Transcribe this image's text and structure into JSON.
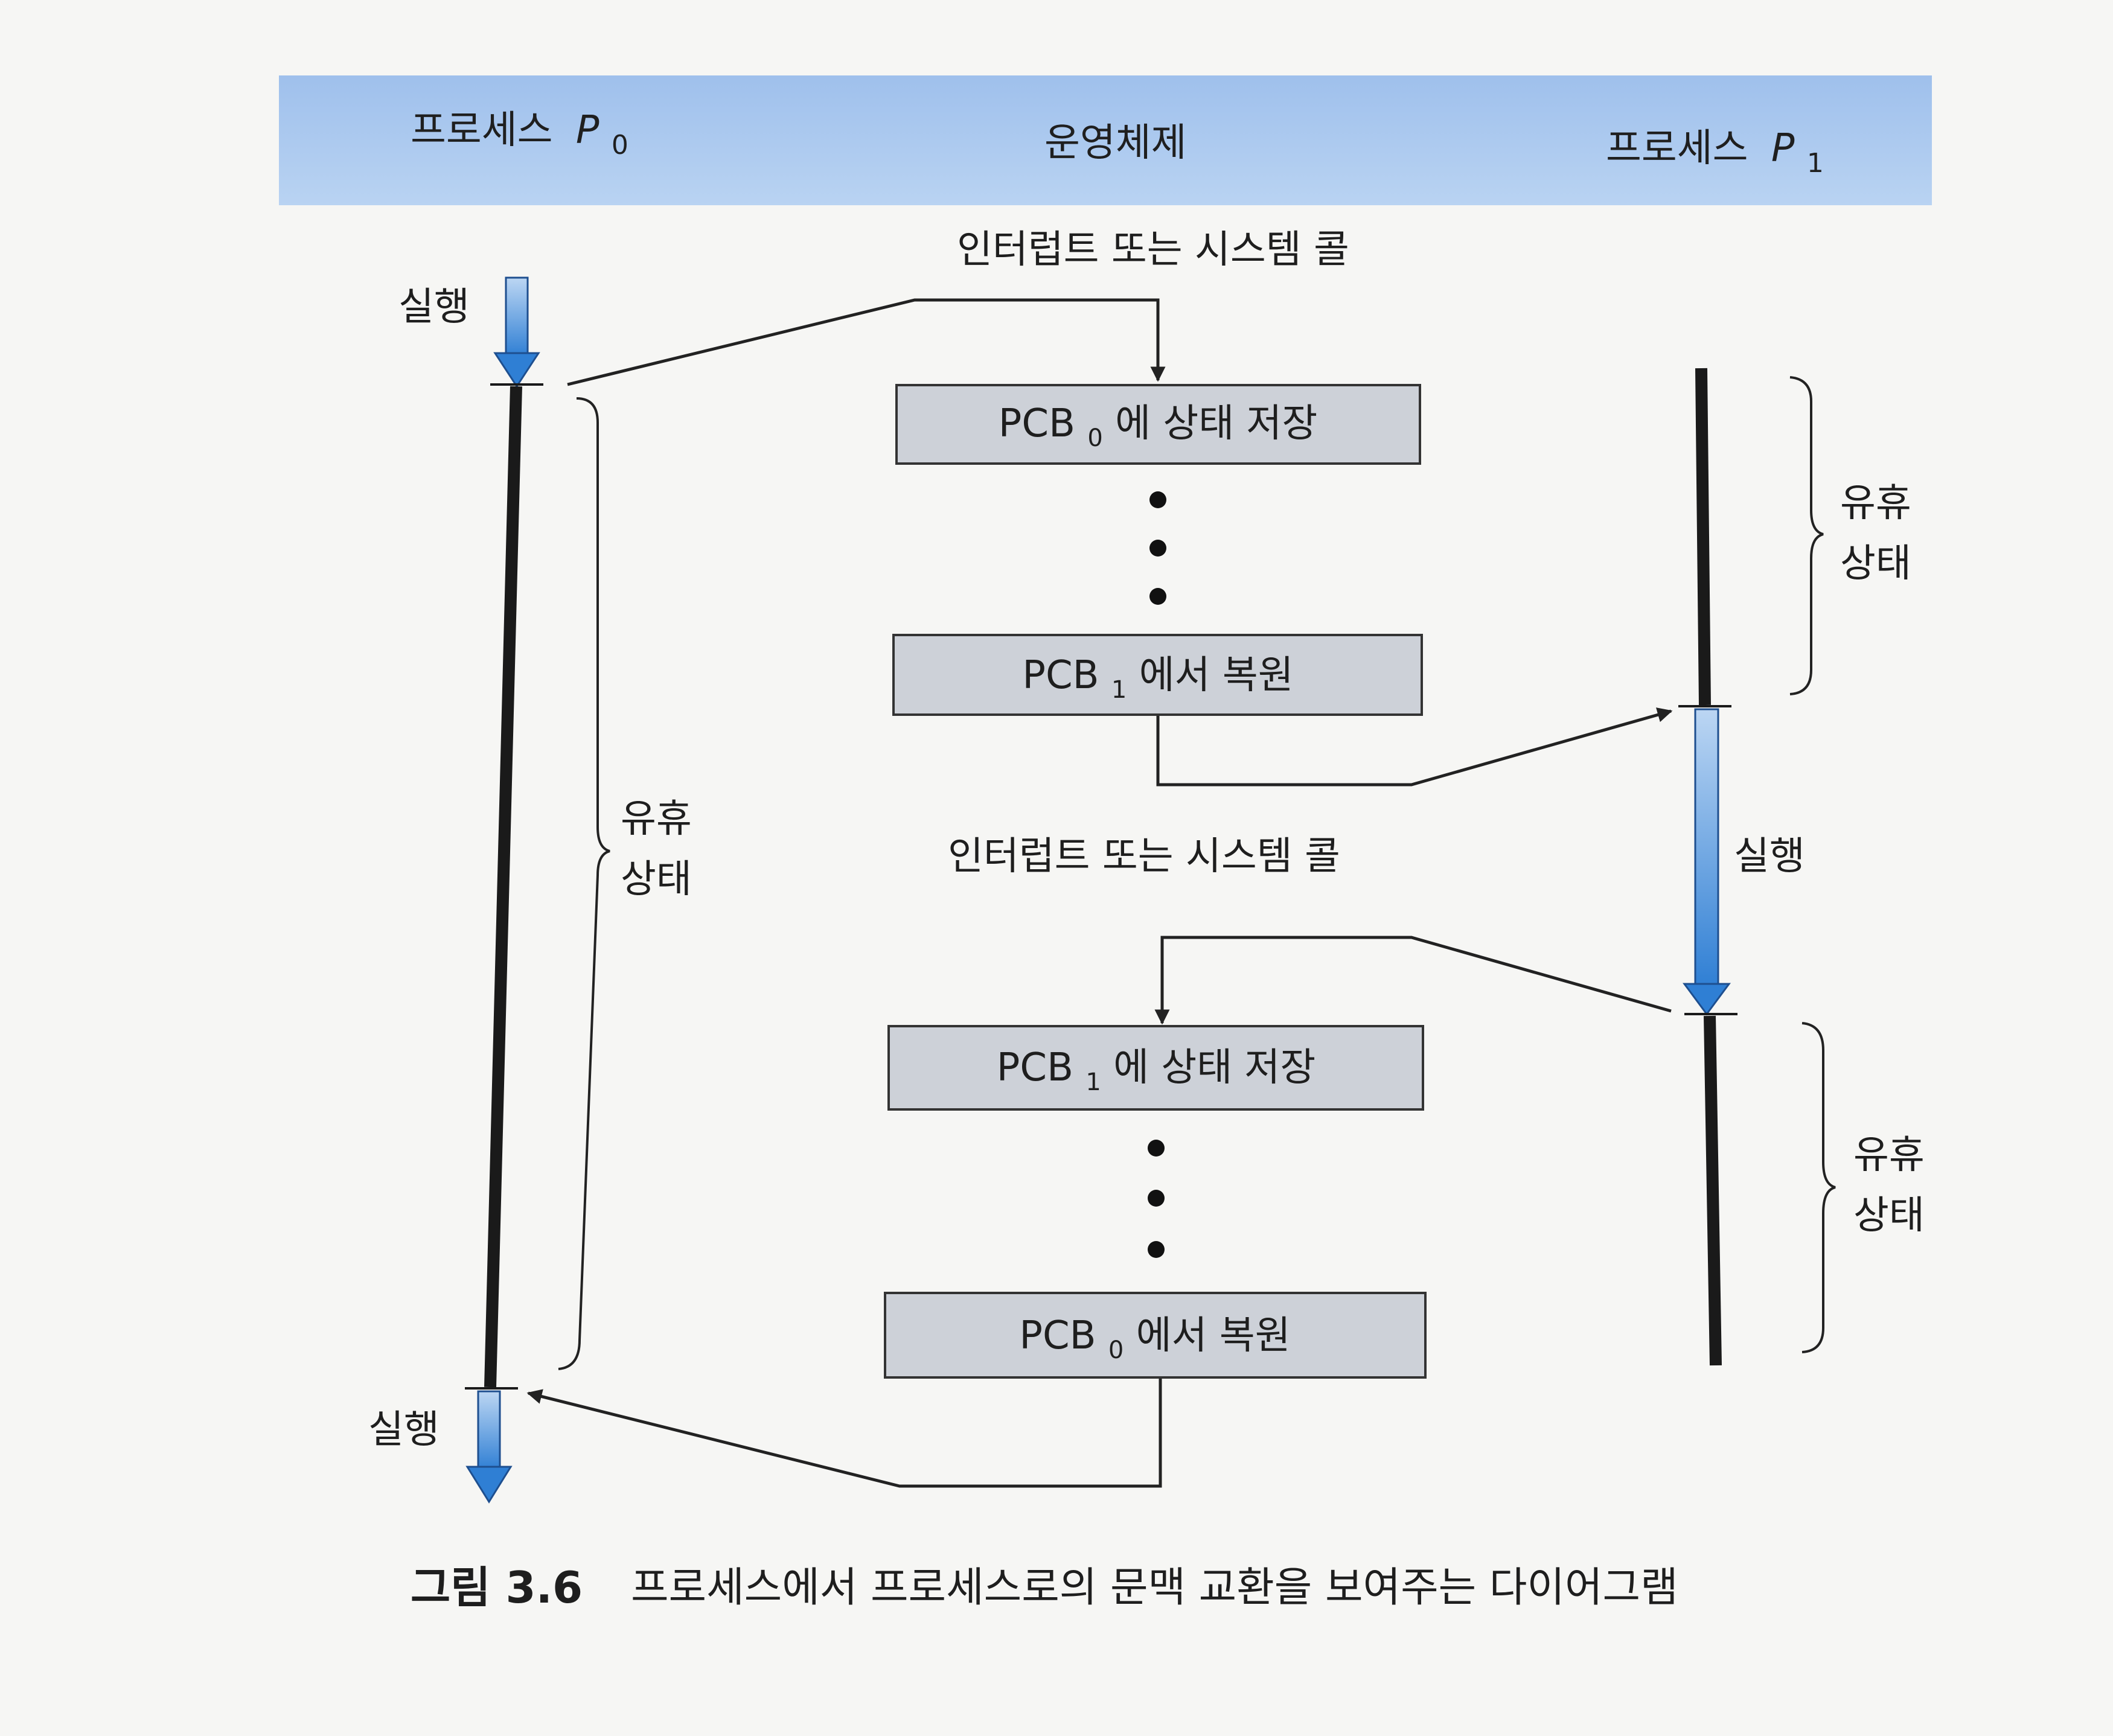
{
  "header": {
    "process0_base": "프로세스",
    "process0_italic": "P",
    "process0_sub": "0",
    "os": "운영체제",
    "process1_base": "프로세스",
    "process1_italic": "P",
    "process1_sub": "1"
  },
  "labels": {
    "interrupt_top": "인터럽트 또는 시스템 콜",
    "interrupt_mid": "인터럽트 또는 시스템 콜",
    "exec_p0_top": "실행",
    "exec_p0_bottom": "실행",
    "exec_p1": "실행",
    "idle_p0_line1": "유휴",
    "idle_p0_line2": "상태",
    "idle_p1_top_line1": "유휴",
    "idle_p1_top_line2": "상태",
    "idle_p1_bottom_line1": "유휴",
    "idle_p1_bottom_line2": "상태"
  },
  "boxes": [
    {
      "prefix": "PCB",
      "sub": "0",
      "suffix": "에 상태 저장"
    },
    {
      "prefix": "PCB",
      "sub": "1",
      "suffix": "에서 복원"
    },
    {
      "prefix": "PCB",
      "sub": "1",
      "suffix": "에 상태 저장"
    },
    {
      "prefix": "PCB",
      "sub": "0",
      "suffix": "에서 복원"
    }
  ],
  "caption": {
    "number": "그림 3.6",
    "text": "프로세스에서 프로세스로의 문맥 교환을 보여주는 다이어그램"
  },
  "colors": {
    "header_band": "#aac8ee",
    "box_fill": "#cfd2d9",
    "arrow_blue": "#3a86d6",
    "line_dark": "#1a1a1a"
  }
}
